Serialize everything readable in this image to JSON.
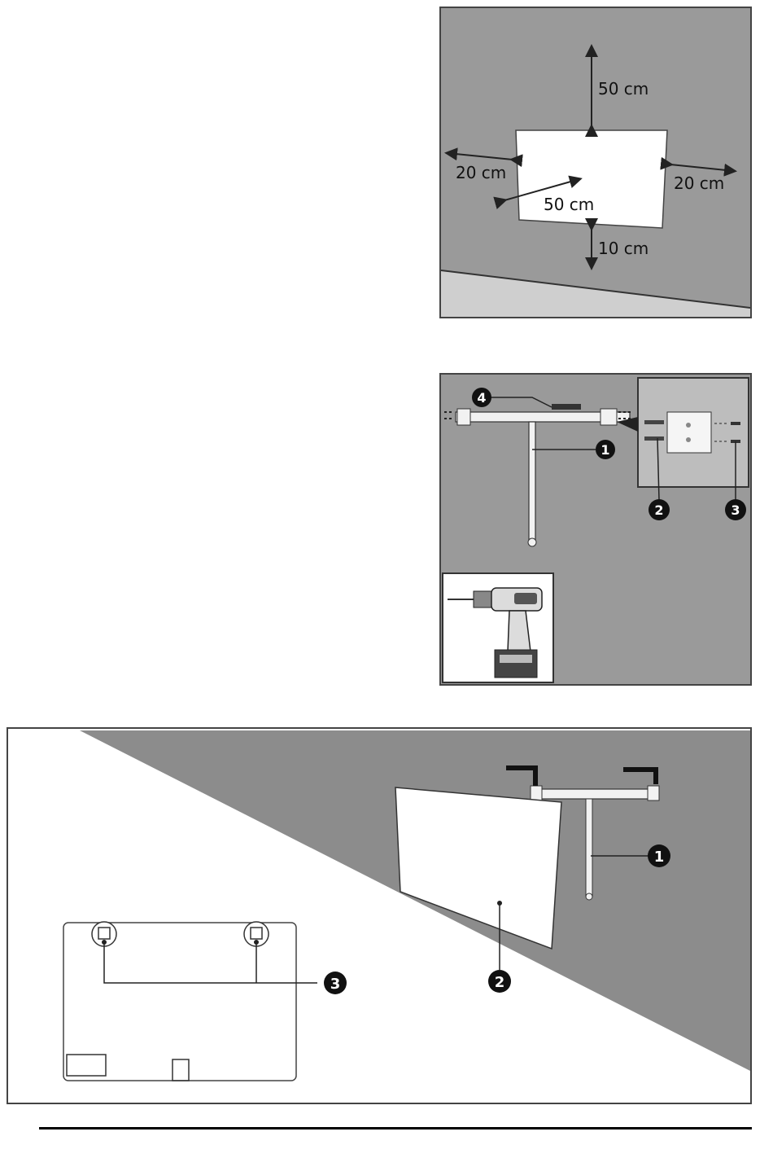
{
  "clearance": {
    "top": "50 cm",
    "left": "20 cm",
    "right": "20 cm",
    "depth": "50 cm",
    "bottom": "10 cm"
  },
  "bracket_step": {
    "callouts": [
      "1",
      "2",
      "3",
      "4"
    ]
  },
  "mount_step": {
    "callouts": [
      "1",
      "2",
      "3"
    ]
  },
  "colors": {
    "wall": "#9a9a9a",
    "floor": "#cfcfcf",
    "outline": "#222222",
    "callout": "#111111"
  }
}
